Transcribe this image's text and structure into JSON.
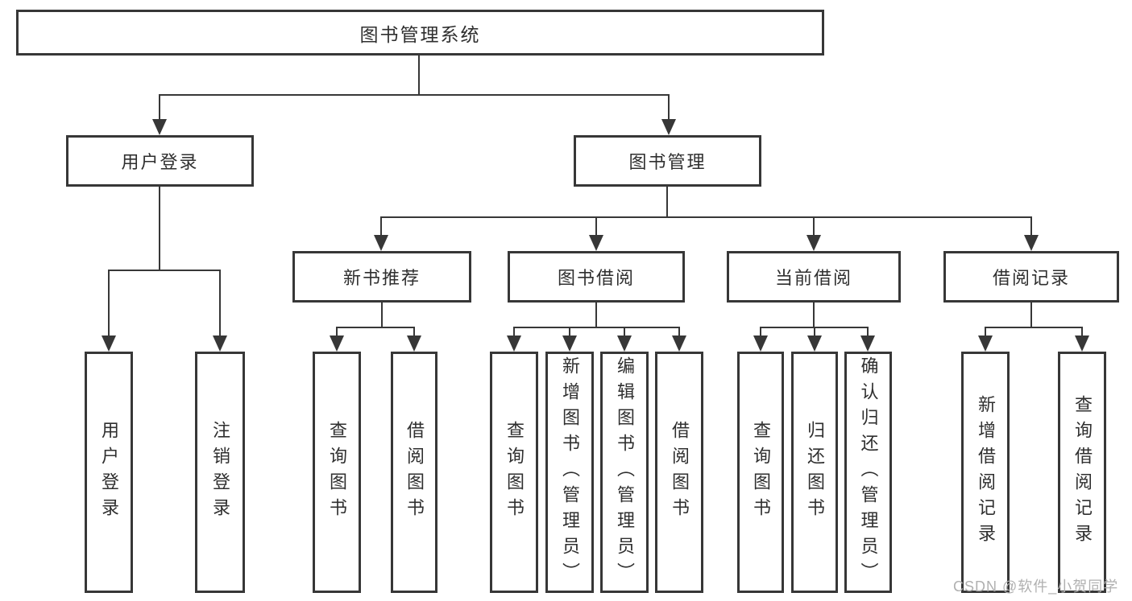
{
  "diagram": {
    "title": "图书管理系统",
    "level2": {
      "user_login": "用户登录",
      "book_management": "图书管理"
    },
    "level3": {
      "new_book_recommendation": "新书推荐",
      "book_borrowing": "图书借阅",
      "current_borrowing": "当前借阅",
      "borrowing_records": "借阅记录"
    },
    "leaves": {
      "login": [
        "用户登录",
        "注销登录"
      ],
      "recommend": [
        "查询图书",
        "借阅图书"
      ],
      "borrow": [
        "查询图书",
        "新增图书（管理员）",
        "编辑图书（管理员）",
        "借阅图书"
      ],
      "current": [
        "查询图书",
        "归还图书",
        "确认归还（管理员）"
      ],
      "records": [
        "新增借阅记录",
        "查询借阅记录"
      ]
    }
  },
  "watermark": {
    "text": "CSDN @软件_小贺同学"
  },
  "colors": {
    "line": "#373737",
    "text": "#2f2f2f",
    "watermark": "#b0b0b0",
    "background": "#ffffff"
  }
}
